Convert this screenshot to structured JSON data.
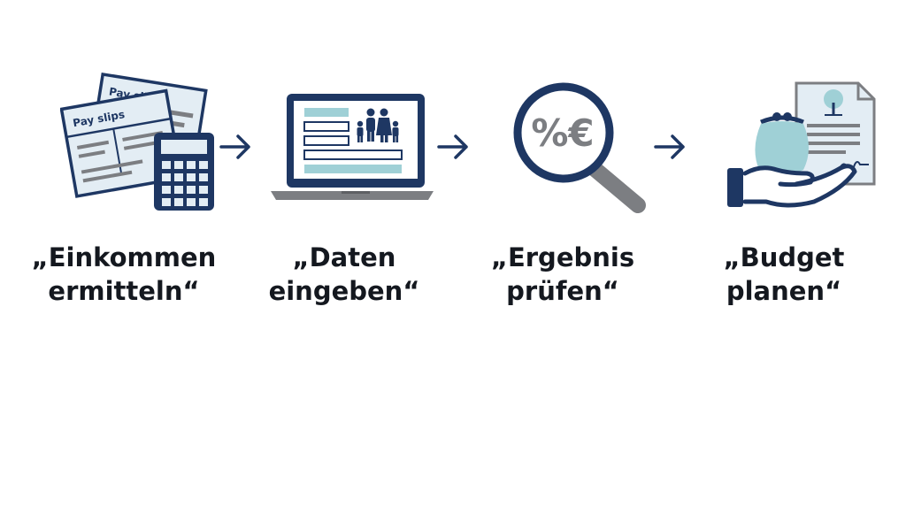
{
  "steps": [
    {
      "line1": "„Einkommen",
      "line2": "ermitteln“",
      "icon": "payslips-calculator-icon",
      "doc_back_title": "Pay slips",
      "doc_front_title": "Pay slips"
    },
    {
      "line1": "„Daten",
      "line2": "eingeben“",
      "icon": "laptop-form-family-icon"
    },
    {
      "line1": "„Ergebnis",
      "line2": "prüfen“",
      "icon": "magnifier-percent-euro-icon",
      "lens_text": "%€"
    },
    {
      "line1": "„Budget",
      "line2": "planen“",
      "icon": "hand-purse-document-icon"
    }
  ],
  "colors": {
    "navy": "#1e3763",
    "light_blue": "#e3edf4",
    "teal": "#9fd0d6",
    "gray": "#7c7e82",
    "text": "#14181f"
  }
}
